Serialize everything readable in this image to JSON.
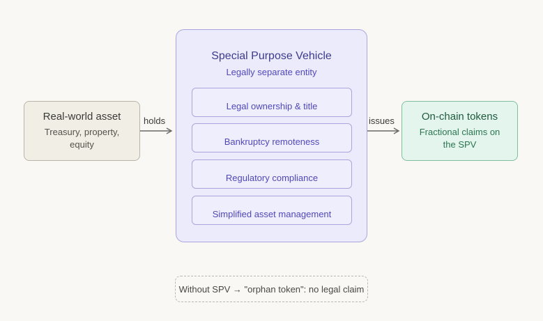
{
  "asset": {
    "title": "Real-world asset",
    "subtitle": "Treasury, property, equity"
  },
  "spv": {
    "title": "Special Purpose Vehicle",
    "subtitle": "Legally separate entity",
    "features": [
      "Legal ownership & title",
      "Bankruptcy remoteness",
      "Regulatory compliance",
      "Simplified asset management"
    ]
  },
  "tokens": {
    "title": "On-chain tokens",
    "subtitle": "Fractional claims on the SPV"
  },
  "arrows": {
    "holds_label": "holds",
    "issues_label": "issues"
  },
  "note": {
    "text": "Without SPV → \"orphan token\": no legal claim"
  },
  "colors": {
    "background": "#f9f8f5",
    "asset_fill": "#f1eee6",
    "spv_fill": "#ecebfb",
    "spv_accent": "#5148b8",
    "tokens_fill": "#e3f5ec",
    "tokens_accent": "#1f5a3f",
    "arrow": "#6b6964"
  }
}
